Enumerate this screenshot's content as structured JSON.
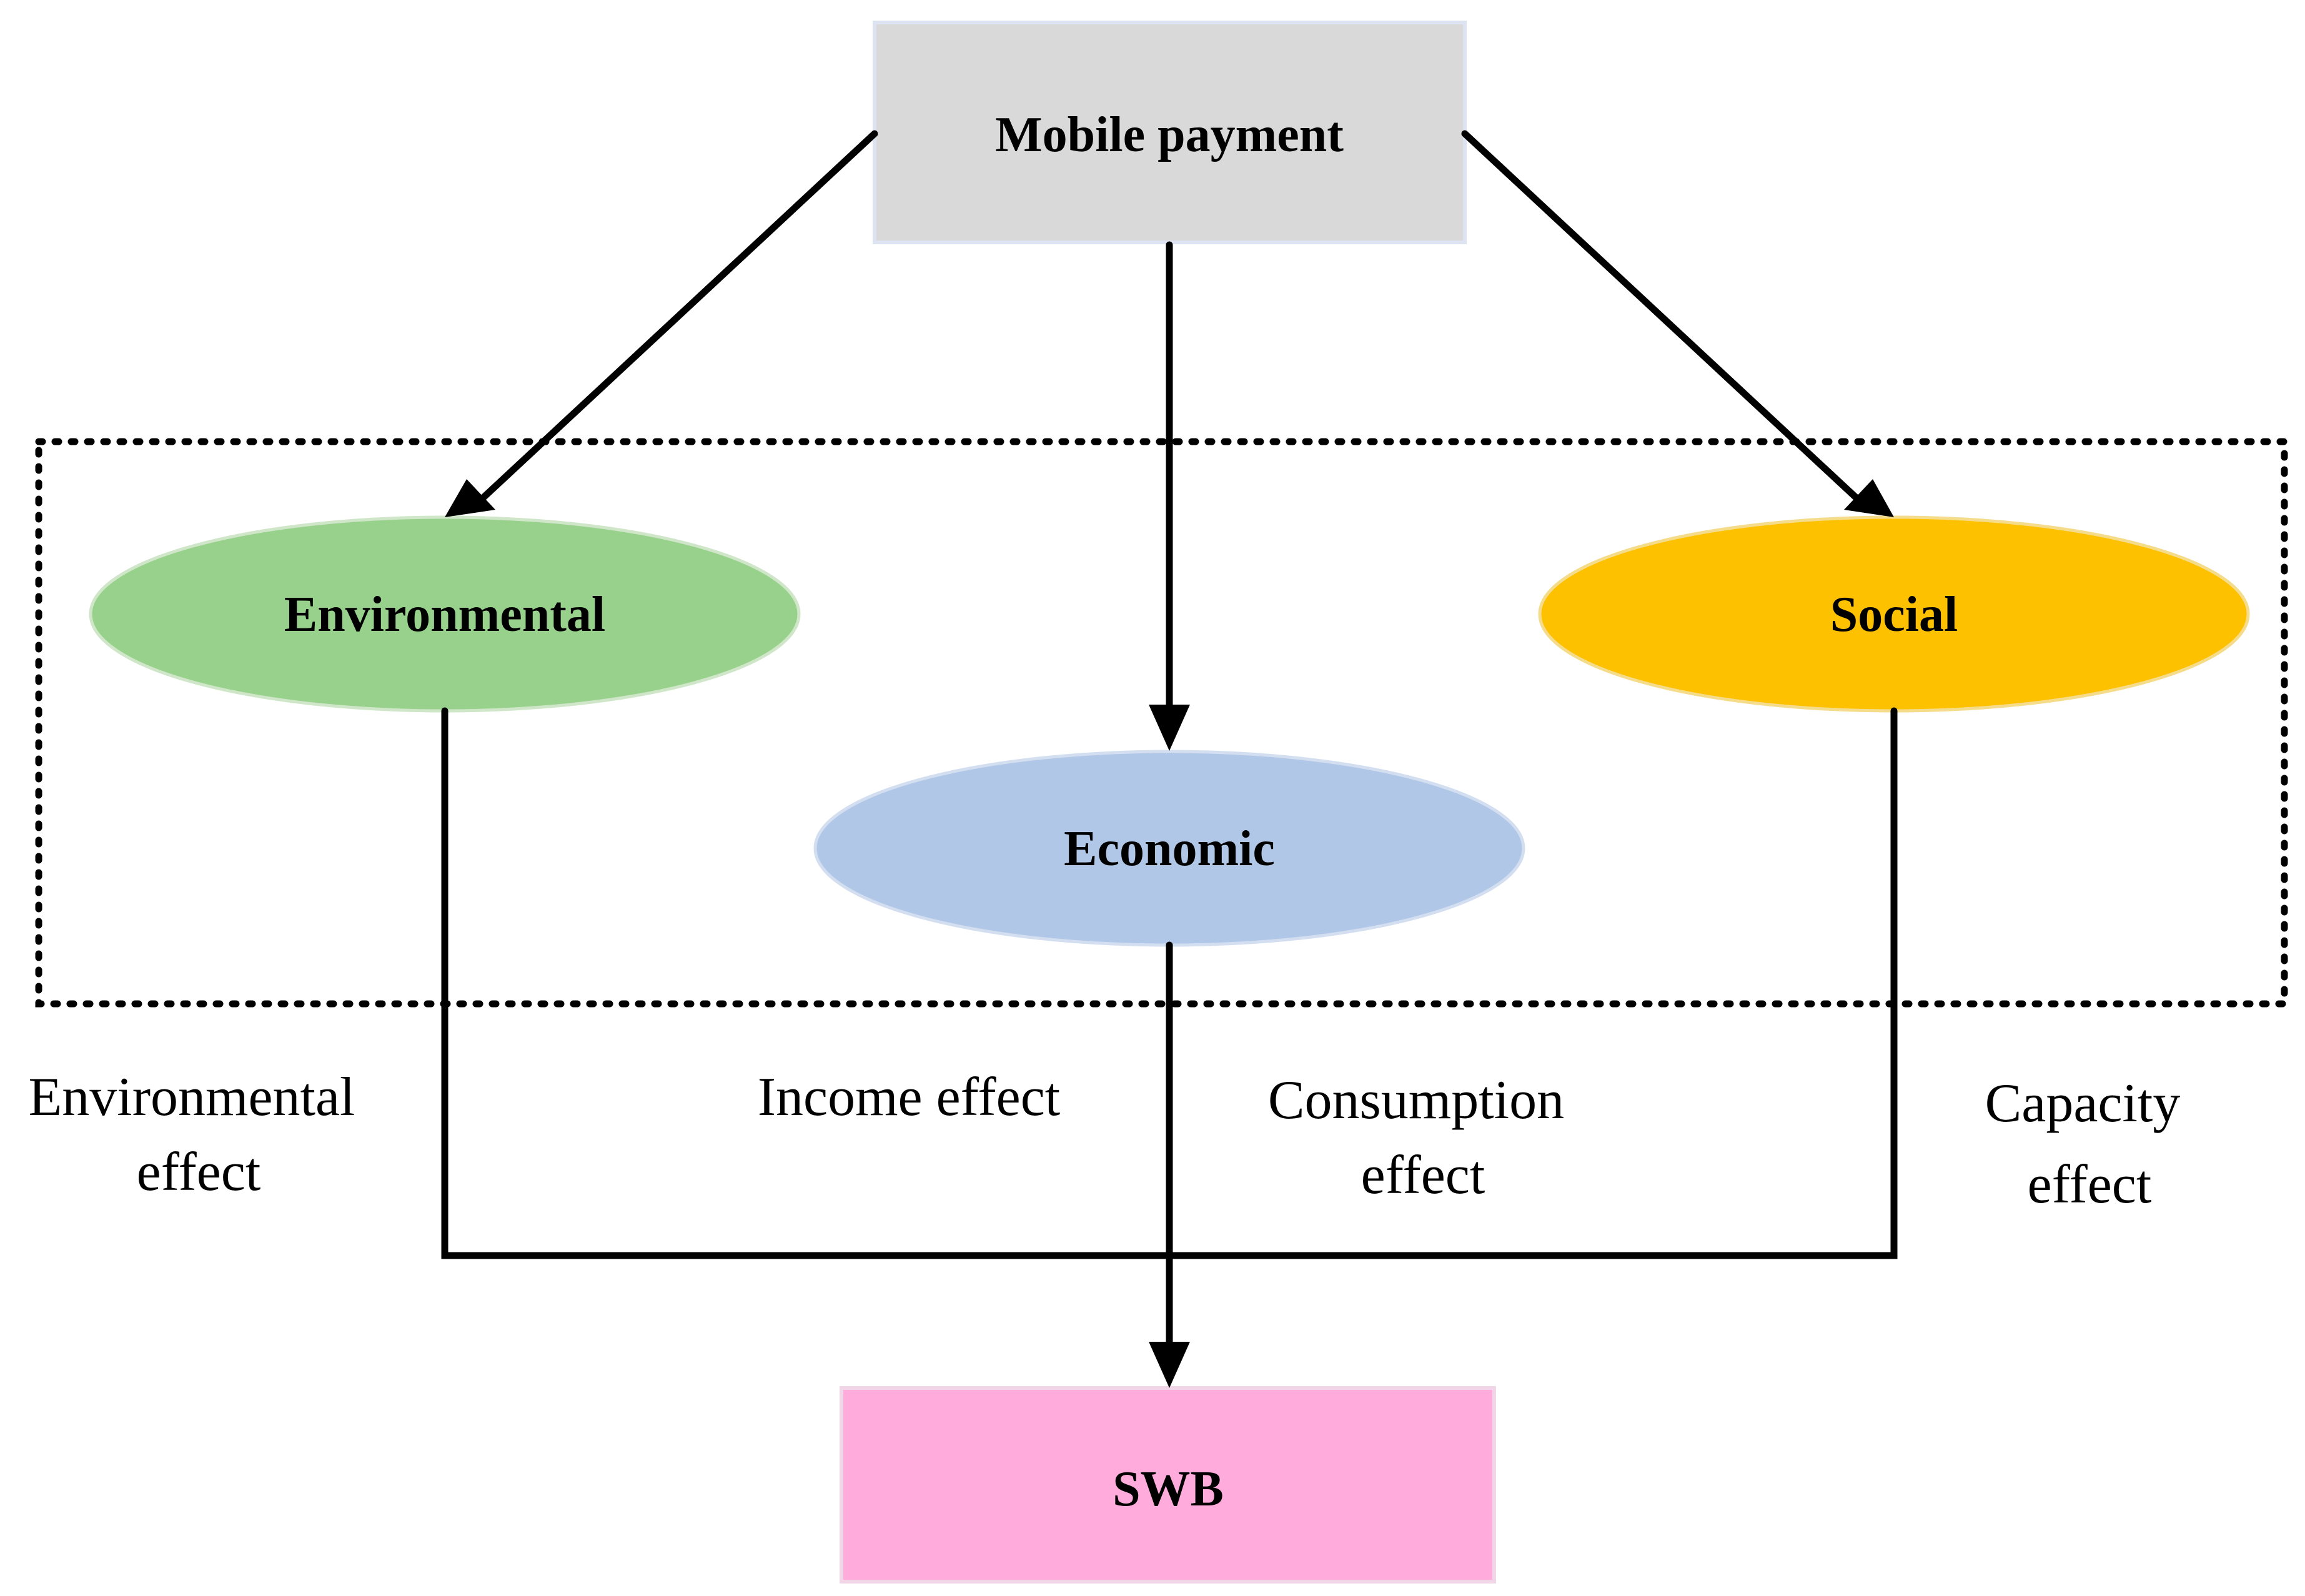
{
  "nodes": {
    "mobile_payment": {
      "label": "Mobile payment",
      "color": "#d9d9d9",
      "border": "#dde3f0"
    },
    "environmental": {
      "label": "Environmental",
      "color": "#97d18b",
      "border": "#cfe6c8"
    },
    "economic": {
      "label": "Economic",
      "color": "#b0c7e8",
      "border": "#d3dff0"
    },
    "social": {
      "label": "Social",
      "color": "#fdc100",
      "border": "#f5dc8a"
    },
    "swb": {
      "label": "SWB",
      "color": "#ffacdc",
      "border": "#f0d6e6"
    }
  },
  "effects": {
    "environmental": [
      "Environmental",
      "effect"
    ],
    "income": [
      "Income effect"
    ],
    "consumption": [
      "Consumption",
      "effect"
    ],
    "capacity": [
      "Capacity",
      "effect"
    ]
  }
}
